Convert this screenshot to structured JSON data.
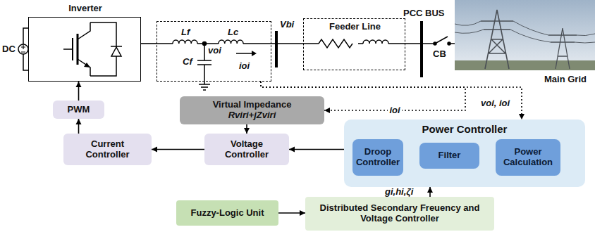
{
  "diagram": {
    "nodes": [
      {
        "text": [
          "Inverter"
        ]
      },
      {
        "text": [
          "Lf",
          "voi",
          "Lc",
          "Cf",
          "ioi"
        ]
      },
      {
        "text": [
          "Feeder Line"
        ]
      },
      {
        "text": [
          "PWM"
        ]
      },
      {
        "text": [
          "Virtual Impedance",
          "Rviri+jZviri"
        ]
      },
      {
        "text": [
          "Current Controller"
        ]
      },
      {
        "text": [
          "Voltage Controller"
        ]
      },
      {
        "text": [
          "Power Controller"
        ]
      },
      {
        "text": [
          "Droop Controller"
        ],
        "in": 7
      },
      {
        "text": [
          "Filter"
        ],
        "in": 7
      },
      {
        "text": [
          "Power Calculation"
        ],
        "in": 7
      },
      {
        "text": [
          "Fuzzy-Logic Unit"
        ]
      },
      {
        "text": [
          "Distributed Secondary Freuency and Voltage Controller"
        ]
      }
    ],
    "edges": [
      {
        "from": 0,
        "to": 1,
        "arrow": "none"
      },
      {
        "from": 1,
        "to": 2,
        "arrow": "none"
      },
      {
        "from": 3,
        "to": 0,
        "arrow": "to"
      },
      {
        "from": 5,
        "to": 3,
        "arrow": "to"
      },
      {
        "from": 6,
        "to": 5,
        "arrow": "to"
      },
      {
        "from": 4,
        "to": 6,
        "arrow": "to"
      },
      {
        "from": 7,
        "to": 6,
        "arrow": "to"
      },
      {
        "from": 10,
        "to": 9,
        "arrow": "to"
      },
      {
        "from": 9,
        "to": 8,
        "arrow": "to"
      },
      {
        "from": 12,
        "to": 7,
        "arrow": "to"
      },
      {
        "from": 11,
        "to": 12,
        "arrow": "to"
      },
      {
        "from": 1,
        "to": 7,
        "arrow": "to"
      },
      {
        "from": 1,
        "to": 4,
        "arrow": "to",
        "label": "ioi"
      }
    ],
    "labels": [
      "DC",
      "Vbi",
      "PCC BUS",
      "CB",
      "Main Grid",
      "voi, ioi",
      "gi,hi,ζi"
    ]
  }
}
